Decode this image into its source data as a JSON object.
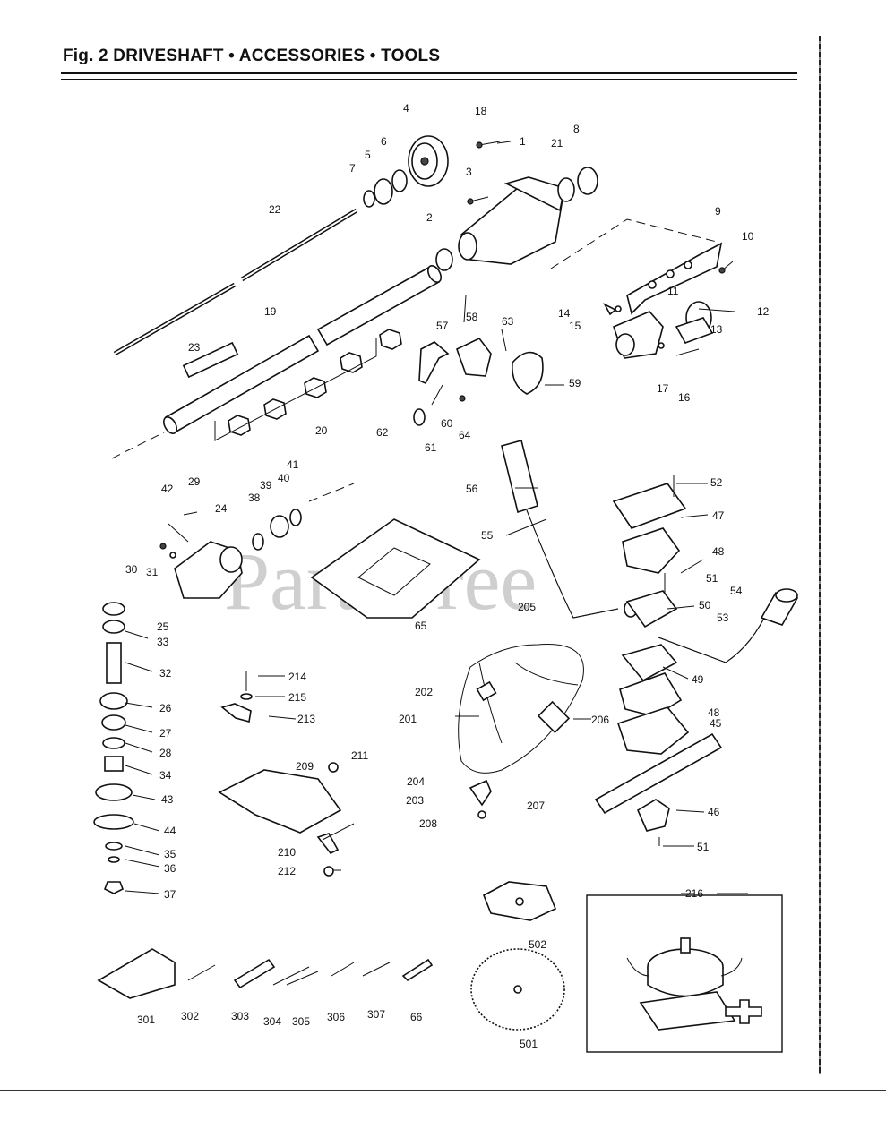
{
  "title": "Fig. 2 DRIVESHAFT • ACCESSORIES • TOOLS",
  "watermark": "PartsTree",
  "callouts": [
    {
      "id": "1",
      "text": "1"
    },
    {
      "id": "2",
      "text": "2"
    },
    {
      "id": "3",
      "text": "3"
    },
    {
      "id": "4",
      "text": "4"
    },
    {
      "id": "5",
      "text": "5"
    },
    {
      "id": "6",
      "text": "6"
    },
    {
      "id": "7",
      "text": "7"
    },
    {
      "id": "8",
      "text": "8"
    },
    {
      "id": "9",
      "text": "9"
    },
    {
      "id": "10",
      "text": "10"
    },
    {
      "id": "11",
      "text": "11"
    },
    {
      "id": "12",
      "text": "12"
    },
    {
      "id": "13",
      "text": "13"
    },
    {
      "id": "14",
      "text": "14"
    },
    {
      "id": "15",
      "text": "15"
    },
    {
      "id": "16",
      "text": "16"
    },
    {
      "id": "17",
      "text": "17"
    },
    {
      "id": "18",
      "text": "18"
    },
    {
      "id": "19",
      "text": "19"
    },
    {
      "id": "20",
      "text": "20"
    },
    {
      "id": "21",
      "text": "21"
    },
    {
      "id": "22",
      "text": "22"
    },
    {
      "id": "23",
      "text": "23"
    },
    {
      "id": "24",
      "text": "24"
    },
    {
      "id": "25",
      "text": "25"
    },
    {
      "id": "26",
      "text": "26"
    },
    {
      "id": "27",
      "text": "27"
    },
    {
      "id": "28",
      "text": "28"
    },
    {
      "id": "29",
      "text": "29"
    },
    {
      "id": "30",
      "text": "30"
    },
    {
      "id": "31",
      "text": "31"
    },
    {
      "id": "32",
      "text": "32"
    },
    {
      "id": "33",
      "text": "33"
    },
    {
      "id": "34",
      "text": "34"
    },
    {
      "id": "35",
      "text": "35"
    },
    {
      "id": "36",
      "text": "36"
    },
    {
      "id": "37",
      "text": "37"
    },
    {
      "id": "38",
      "text": "38"
    },
    {
      "id": "39",
      "text": "39"
    },
    {
      "id": "40",
      "text": "40"
    },
    {
      "id": "41",
      "text": "41"
    },
    {
      "id": "42",
      "text": "42"
    },
    {
      "id": "43",
      "text": "43"
    },
    {
      "id": "44",
      "text": "44"
    },
    {
      "id": "45",
      "text": "45"
    },
    {
      "id": "46",
      "text": "46"
    },
    {
      "id": "47",
      "text": "47"
    },
    {
      "id": "48a",
      "text": "48"
    },
    {
      "id": "48b",
      "text": "48"
    },
    {
      "id": "49",
      "text": "49"
    },
    {
      "id": "50",
      "text": "50"
    },
    {
      "id": "51a",
      "text": "51"
    },
    {
      "id": "51b",
      "text": "51"
    },
    {
      "id": "52",
      "text": "52"
    },
    {
      "id": "53",
      "text": "53"
    },
    {
      "id": "54",
      "text": "54"
    },
    {
      "id": "55",
      "text": "55"
    },
    {
      "id": "56",
      "text": "56"
    },
    {
      "id": "57",
      "text": "57"
    },
    {
      "id": "58",
      "text": "58"
    },
    {
      "id": "59",
      "text": "59"
    },
    {
      "id": "60",
      "text": "60"
    },
    {
      "id": "61",
      "text": "61"
    },
    {
      "id": "62",
      "text": "62"
    },
    {
      "id": "63",
      "text": "63"
    },
    {
      "id": "64",
      "text": "64"
    },
    {
      "id": "65",
      "text": "65"
    },
    {
      "id": "66",
      "text": "66"
    },
    {
      "id": "201",
      "text": "201"
    },
    {
      "id": "202",
      "text": "202"
    },
    {
      "id": "203",
      "text": "203"
    },
    {
      "id": "204",
      "text": "204"
    },
    {
      "id": "205",
      "text": "205"
    },
    {
      "id": "206",
      "text": "206"
    },
    {
      "id": "207",
      "text": "207"
    },
    {
      "id": "208",
      "text": "208"
    },
    {
      "id": "209",
      "text": "209"
    },
    {
      "id": "210",
      "text": "210"
    },
    {
      "id": "211",
      "text": "211"
    },
    {
      "id": "212",
      "text": "212"
    },
    {
      "id": "213",
      "text": "213"
    },
    {
      "id": "214",
      "text": "214"
    },
    {
      "id": "215",
      "text": "215"
    },
    {
      "id": "216",
      "text": "216"
    },
    {
      "id": "301",
      "text": "301"
    },
    {
      "id": "302",
      "text": "302"
    },
    {
      "id": "303",
      "text": "303"
    },
    {
      "id": "304",
      "text": "304"
    },
    {
      "id": "305",
      "text": "305"
    },
    {
      "id": "306",
      "text": "306"
    },
    {
      "id": "307",
      "text": "307"
    },
    {
      "id": "501",
      "text": "501"
    },
    {
      "id": "502",
      "text": "502"
    }
  ]
}
